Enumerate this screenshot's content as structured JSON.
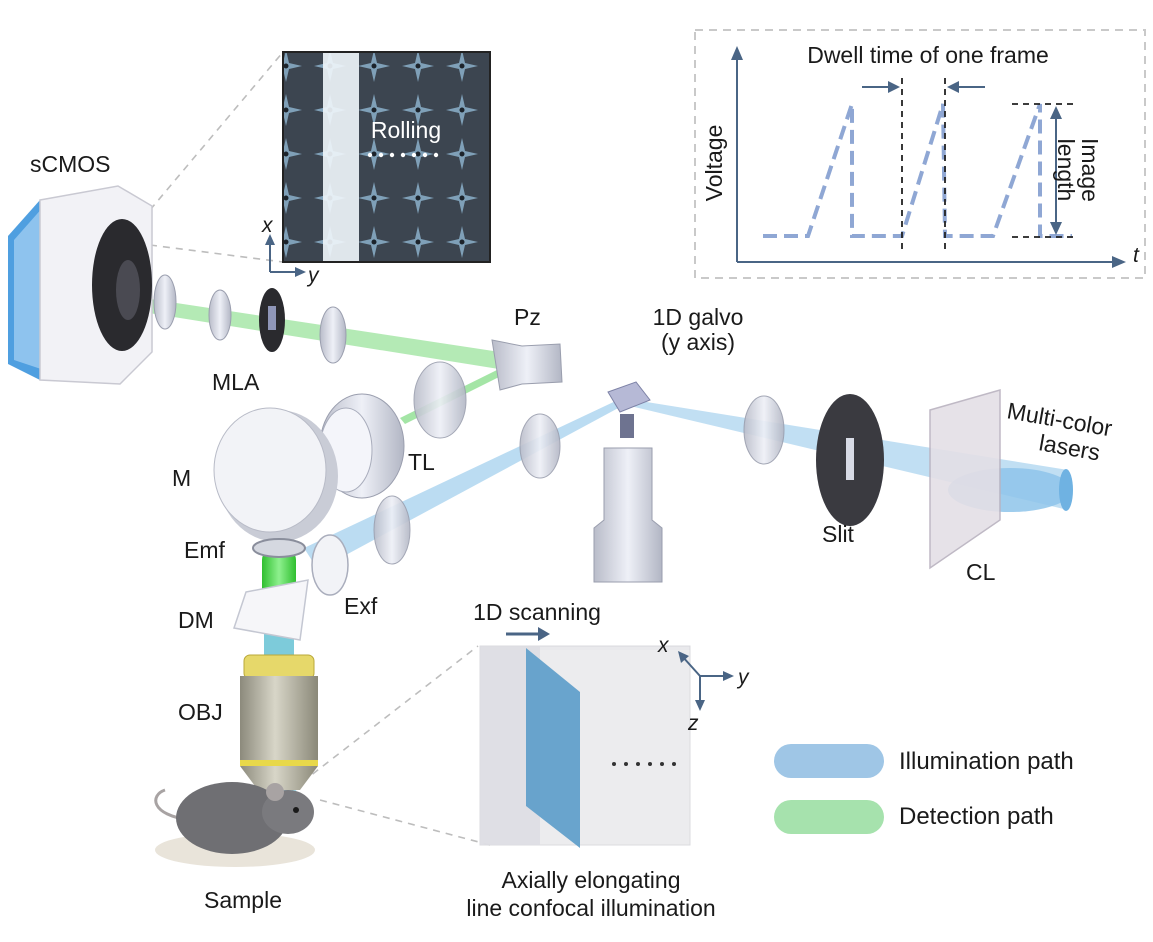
{
  "labels": {
    "scmos": "sCMOS",
    "mla": "MLA",
    "pz": "Pz",
    "galvo_line1": "1D galvo",
    "galvo_line2": "(y axis)",
    "tl": "TL",
    "m": "M",
    "emf": "Emf",
    "exf": "Exf",
    "dm": "DM",
    "obj": "OBJ",
    "slit": "Slit",
    "cl": "CL",
    "lasers_line1": "Multi-color",
    "lasers_line2": "lasers",
    "sample": "Sample",
    "rolling": "Rolling",
    "scanning": "1D scanning",
    "caption_line1": "Axially elongating",
    "caption_line2": "line confocal illumination"
  },
  "axes": {
    "camera_x": "x",
    "camera_y": "y",
    "volume_x": "x",
    "volume_y": "y",
    "volume_z": "z"
  },
  "inset": {
    "dwell": "Dwell time of one frame",
    "ylabel": "Voltage",
    "xlabel": "t",
    "image_length_line1": "Image",
    "image_length_line2": "length"
  },
  "legend": {
    "illumination": "Illumination path",
    "detection": "Detection path",
    "illumination_color": "#9fc6e6",
    "detection_color": "#a6e2ad"
  },
  "colors": {
    "illumination_beam": "#8ec4ea",
    "detection_beam": "#59d05c",
    "ramp": "#8fa7d4",
    "volume_slab": "#5b9cc9"
  }
}
